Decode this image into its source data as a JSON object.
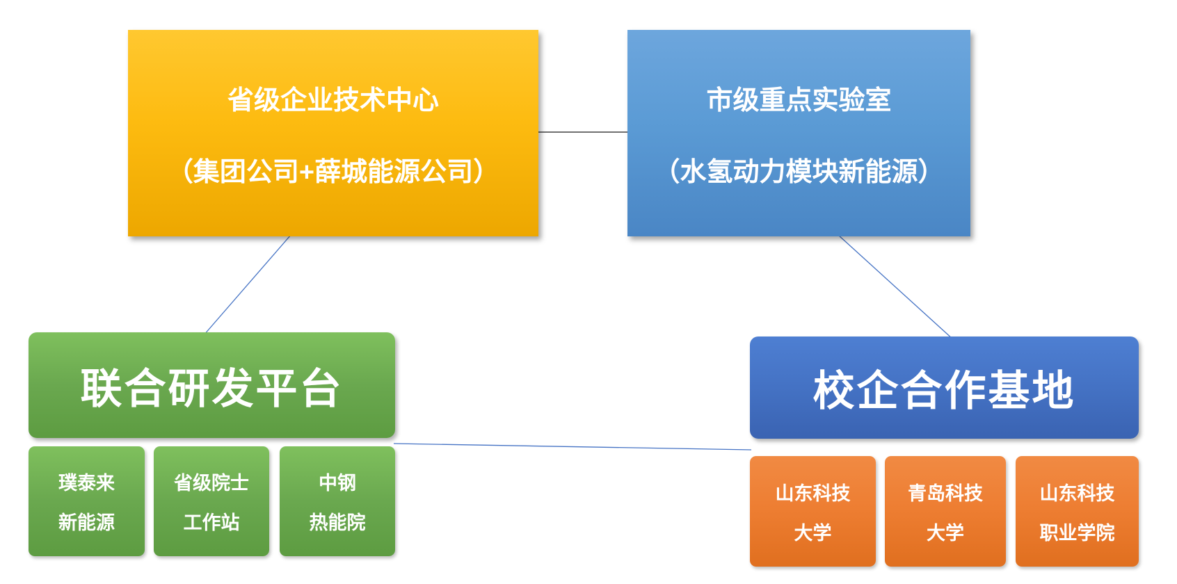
{
  "diagram": {
    "tech_center": {
      "line1": "省级企业技术中心",
      "line2": "（集团公司+薛城能源公司）"
    },
    "key_lab": {
      "line1": "市级重点实验室",
      "line2": "（水氢动力模块新能源）"
    },
    "rd_platform": {
      "label": "联合研发平台"
    },
    "coop_base": {
      "label": "校企合作基地"
    },
    "rd_members": [
      {
        "line1": "璞泰来",
        "line2": "新能源"
      },
      {
        "line1": "省级院士",
        "line2": "工作站"
      },
      {
        "line1": "中钢",
        "line2": "热能院"
      }
    ],
    "coop_members": [
      {
        "line1": "山东科技",
        "line2": "大学"
      },
      {
        "line1": "青岛科技",
        "line2": "大学"
      },
      {
        "line1": "山东科技",
        "line2": "职业学院"
      }
    ],
    "colors": {
      "gold": "#FFC000",
      "light_blue": "#5B9BD5",
      "green": "#6AA84F",
      "dark_blue": "#4472C4",
      "orange": "#ED7D31",
      "connector_blue": "#4472C4",
      "connector_dark": "#404040"
    }
  }
}
